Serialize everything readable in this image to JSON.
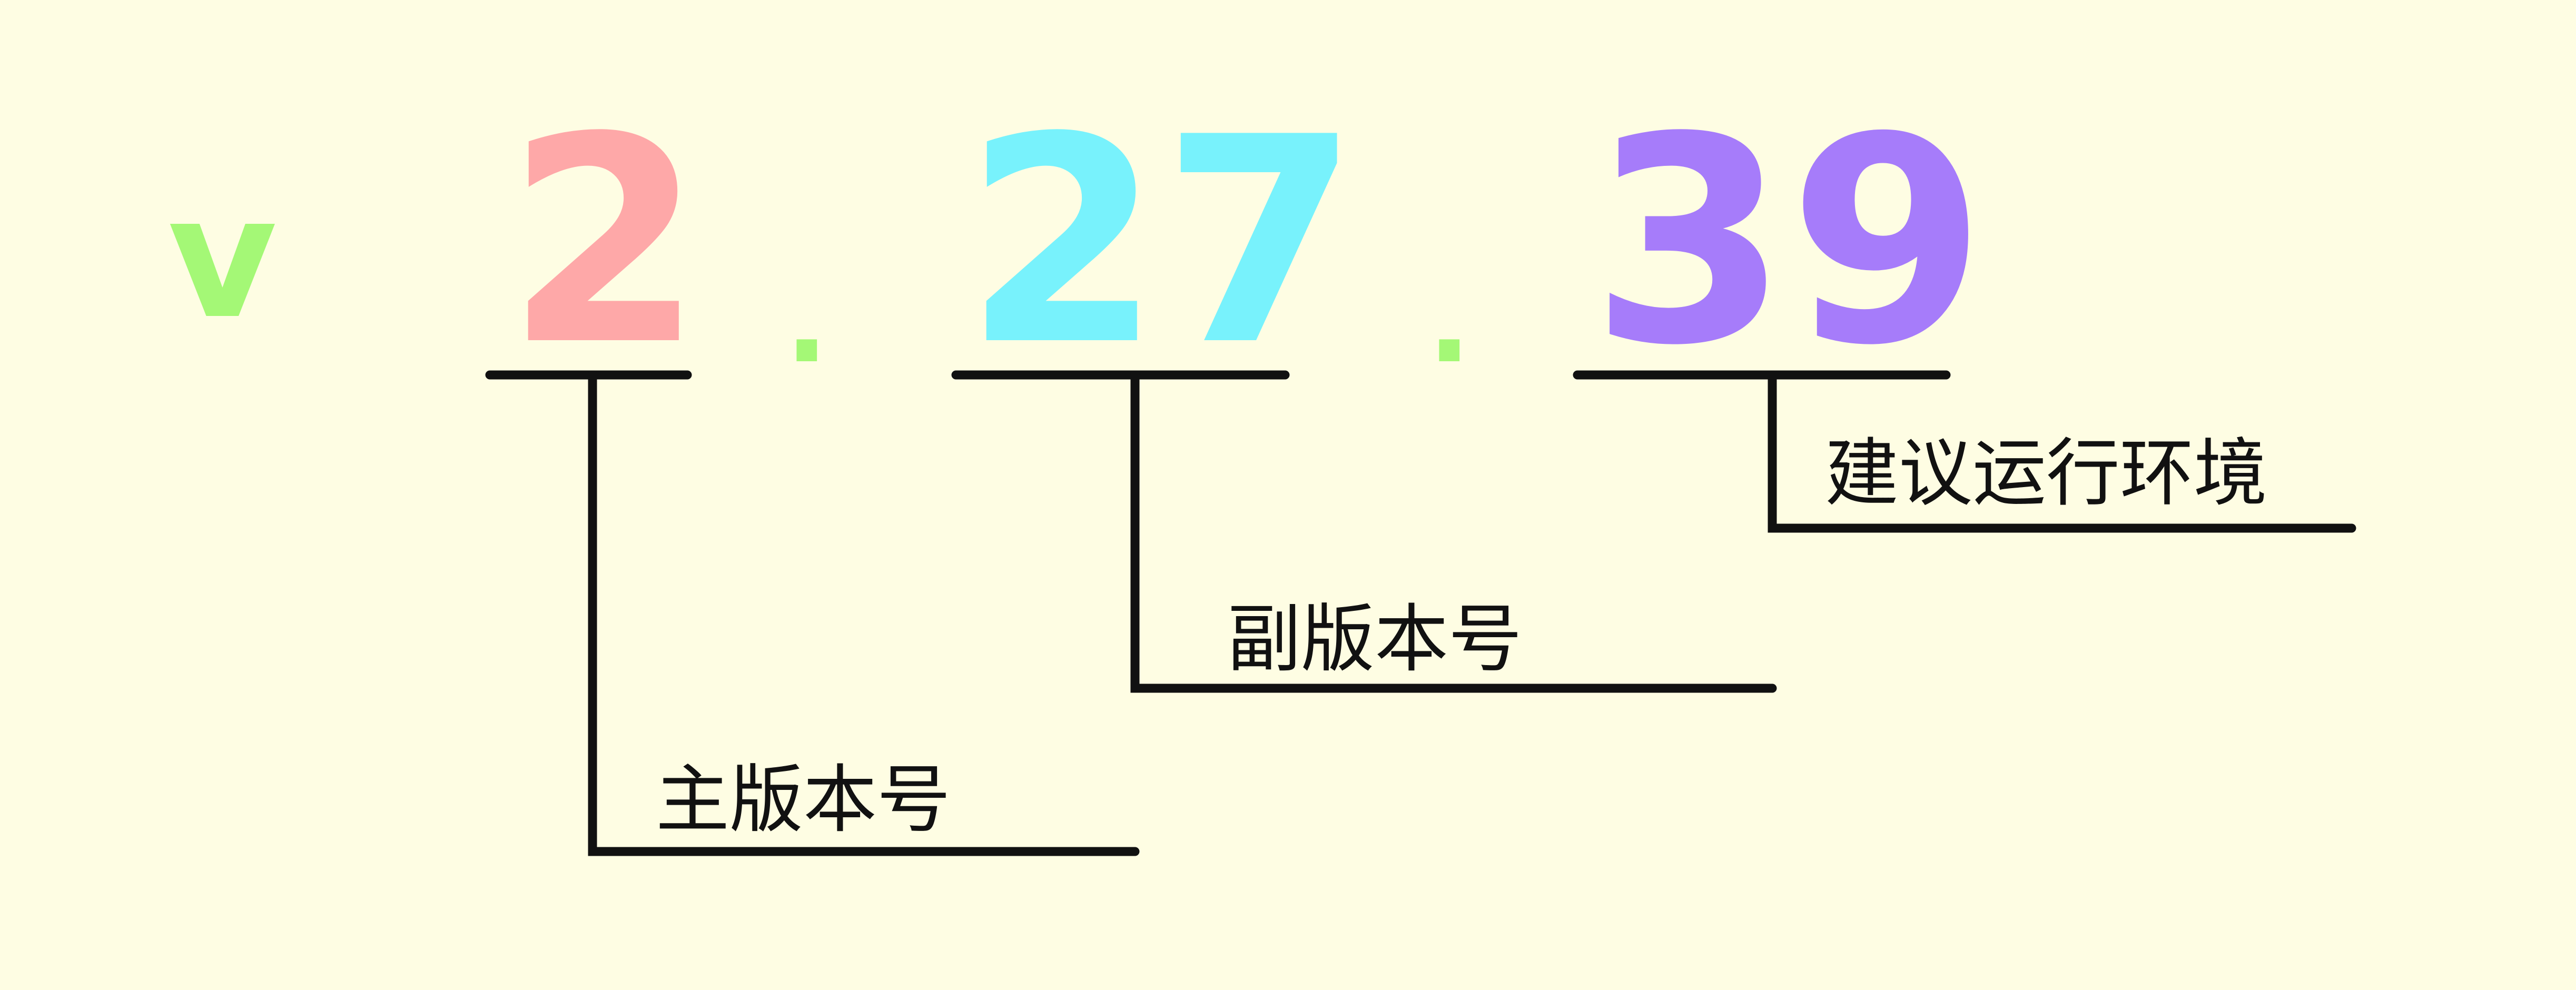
{
  "version": {
    "prefix": "v",
    "major": "2",
    "separator": ".",
    "minor": "27",
    "environment": "39"
  },
  "labels": {
    "major": "主版本号",
    "minor": "副版本号",
    "environment": "建议运行环境"
  },
  "colors": {
    "background": "#fefde3",
    "prefix": "#a4f876",
    "separator": "#a4f876",
    "major": "#fea8a8",
    "minor": "#78f2fc",
    "environment": "#a67cfa",
    "lines": "#111111"
  }
}
